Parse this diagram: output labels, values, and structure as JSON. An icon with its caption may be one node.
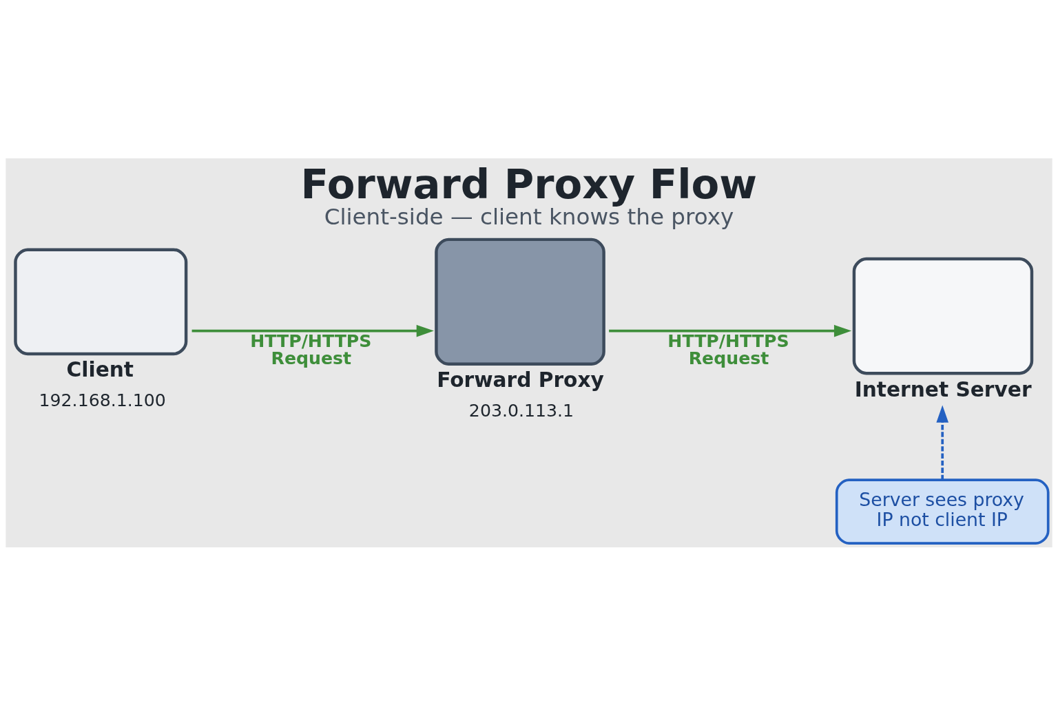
{
  "diagram": {
    "title": "Forward Proxy Flow",
    "caption": "Client-side — client knows the proxy",
    "nodes": [
      {
        "text": [
          "Client",
          "192.168.1.100"
        ]
      },
      {
        "text": [
          "Forward Proxy",
          "203.0.113.1"
        ]
      },
      {
        "text": [
          "Internet Server"
        ]
      },
      {
        "text": [
          "Server sees proxy IP not client IP"
        ]
      }
    ],
    "edges": [
      {
        "from": 0,
        "to": 1,
        "arrow": "to",
        "label": "HTTP/HTTPS Request"
      },
      {
        "from": 1,
        "to": 2,
        "arrow": "to",
        "label": "HTTP/HTTPS Request"
      },
      {
        "from": 3,
        "to": 2,
        "arrow": "to",
        "style": "dashed",
        "color": "#2461c2"
      }
    ]
  }
}
